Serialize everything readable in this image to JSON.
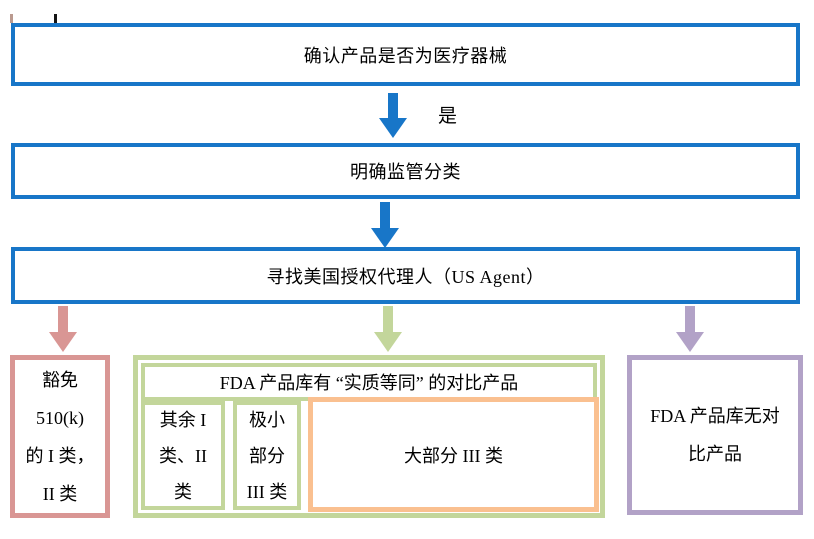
{
  "colors": {
    "blue": "#1876C8",
    "rose": "#D99694",
    "green": "#C3D69B",
    "orange": "#FAC090",
    "purple": "#B2A2C7",
    "text": "#000000"
  },
  "flow": {
    "step1_label": "确认产品是否为医疗器械",
    "yes_label": "是",
    "step2_label": "明确监管分类",
    "step3_label": "寻找美国授权代理人（US Agent）",
    "branch_exempt": {
      "lines": [
        "豁免",
        "510(k)",
        "的 I 类，",
        "II 类"
      ]
    },
    "branch_equivalent": {
      "header": "FDA 产品库有 “实质等同” 的对比产品",
      "cell_rest": {
        "lines": [
          "其余 I",
          "类、II",
          "类"
        ]
      },
      "cell_tiny": {
        "lines": [
          "极小",
          "部分",
          "III 类"
        ]
      },
      "cell_most_label": "大部分 III 类"
    },
    "branch_no_match": {
      "lines": [
        "FDA 产品库无对",
        "比产品"
      ]
    }
  }
}
